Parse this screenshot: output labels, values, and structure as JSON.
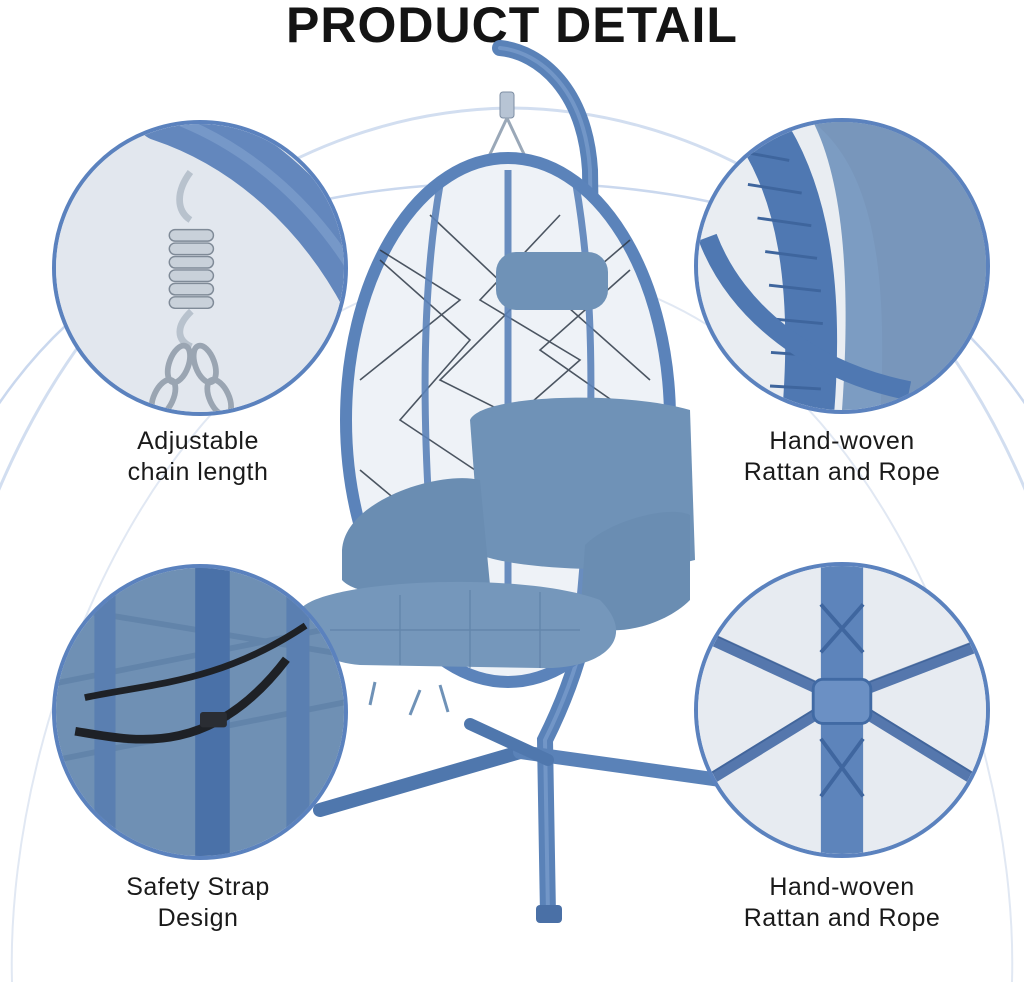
{
  "title": "PRODUCT DETAIL",
  "colors": {
    "accent": "#5b82be",
    "frame": "#5f88bf",
    "cushion": "#6f92b7",
    "text": "#1a1a1a"
  },
  "features": [
    {
      "line1": "Adjustable",
      "line2": "chain length",
      "image": "chain-spring-closeup"
    },
    {
      "line1": "Hand-woven",
      "line2": "Rattan and Rope",
      "image": "rattan-cushion-closeup"
    },
    {
      "line1": "Safety Strap",
      "line2": "Design",
      "image": "safety-strap-closeup"
    },
    {
      "line1": "Hand-woven",
      "line2": "Rattan and Rope",
      "image": "rope-joint-closeup"
    }
  ]
}
